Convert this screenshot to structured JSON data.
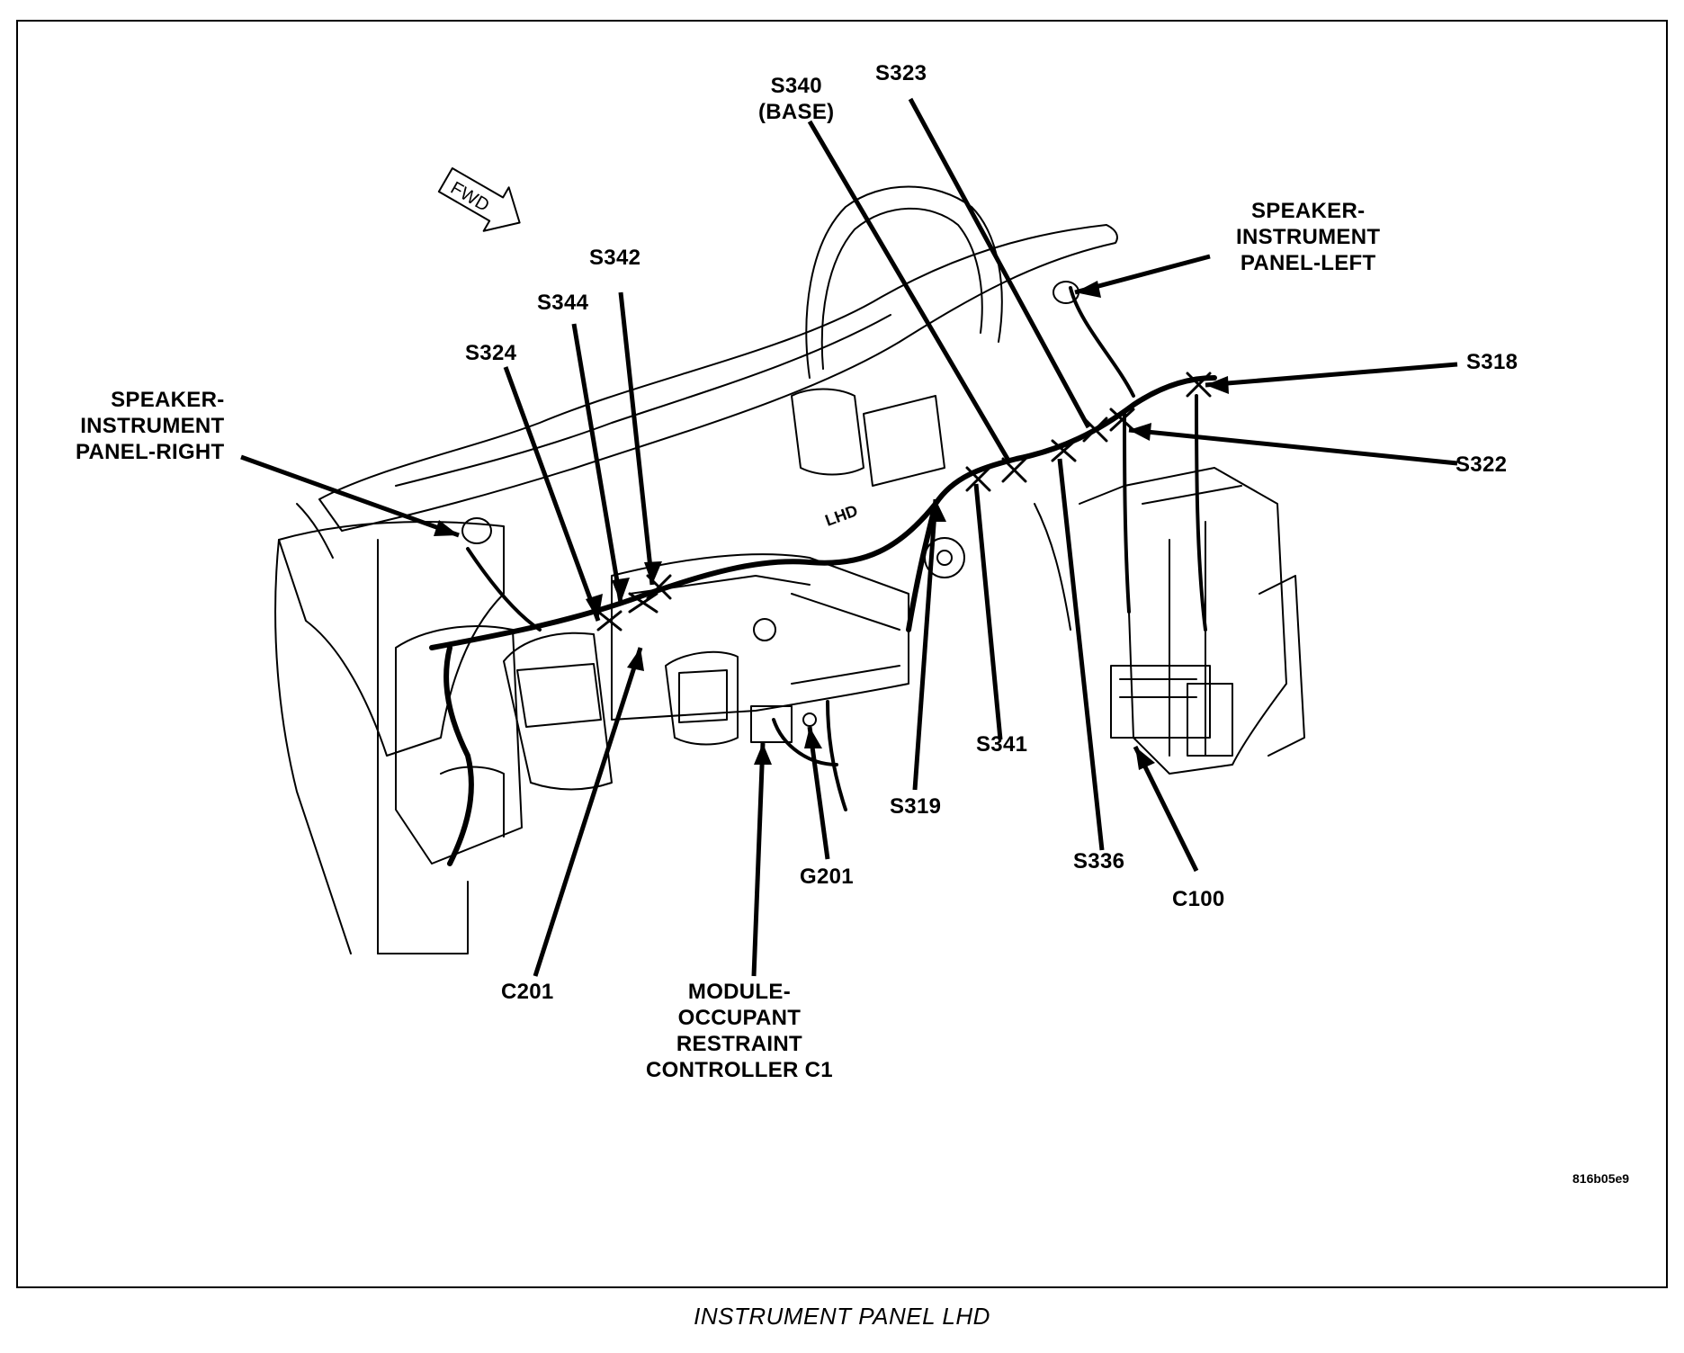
{
  "diagram": {
    "fwd_indicator": "FWD",
    "panel_stamp": "LHD",
    "callouts": [
      {
        "id": "speaker-instrument-panel-right",
        "label": "SPEAKER-\nINSTRUMENT\nPANEL-RIGHT"
      },
      {
        "id": "s324",
        "label": "S324"
      },
      {
        "id": "s344",
        "label": "S344"
      },
      {
        "id": "s342",
        "label": "S342"
      },
      {
        "id": "s340-base",
        "label": "S340\n(BASE)"
      },
      {
        "id": "s323",
        "label": "S323"
      },
      {
        "id": "speaker-instrument-panel-left",
        "label": "SPEAKER-\nINSTRUMENT\nPANEL-LEFT"
      },
      {
        "id": "s318",
        "label": "S318"
      },
      {
        "id": "s322",
        "label": "S322"
      },
      {
        "id": "s341",
        "label": "S341"
      },
      {
        "id": "s319",
        "label": "S319"
      },
      {
        "id": "s336",
        "label": "S336"
      },
      {
        "id": "c100",
        "label": "C100"
      },
      {
        "id": "g201",
        "label": "G201"
      },
      {
        "id": "c201",
        "label": "C201"
      },
      {
        "id": "module-occupant-restraint-controller-c1",
        "label": "MODULE-\nOCCUPANT\nRESTRAINT\nCONTROLLER C1"
      }
    ],
    "figure_code": "816b05e9",
    "caption": "INSTRUMENT PANEL LHD"
  }
}
